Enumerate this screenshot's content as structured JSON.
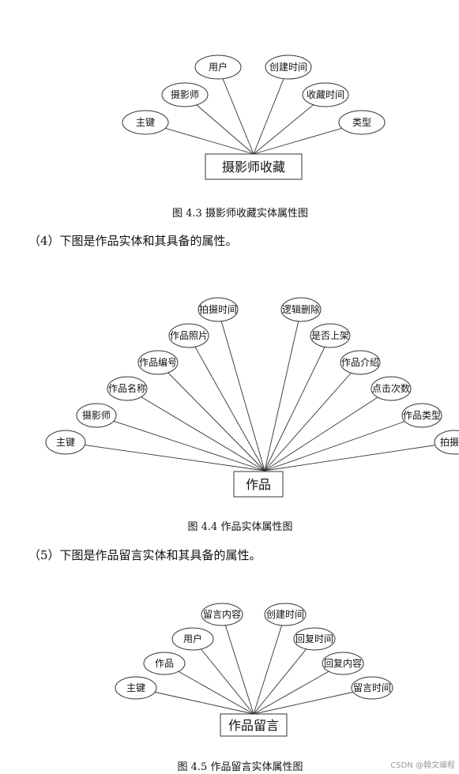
{
  "diagrams": [
    {
      "entity": "摄影师收藏",
      "attributes": [
        "主键",
        "摄影师",
        "用户",
        "创建时间",
        "收藏时间",
        "类型"
      ],
      "caption": "图 4.3 摄影师收藏实体属性图"
    },
    {
      "entity": "作品",
      "attributes": [
        "主键",
        "摄影师",
        "作品名称",
        "作品编号",
        "作品照片",
        "拍摄时间",
        "逻辑删除",
        "是否上架",
        "作品介绍",
        "点击次数",
        "作品类型",
        "拍摄地"
      ],
      "caption": "图 4.4 作品实体属性图"
    },
    {
      "entity": "作品留言",
      "attributes": [
        "主键",
        "作品",
        "用户",
        "留言内容",
        "创建时间",
        "回复时间",
        "回复内容",
        "留言时间"
      ],
      "caption": "图 4.5 作品留言实体属性图"
    }
  ],
  "paragraphs": [
    "（4）下图是作品实体和其具备的属性。",
    "（5）下图是作品留言实体和其具备的属性。"
  ],
  "watermark": "CSDN @翰文编程"
}
